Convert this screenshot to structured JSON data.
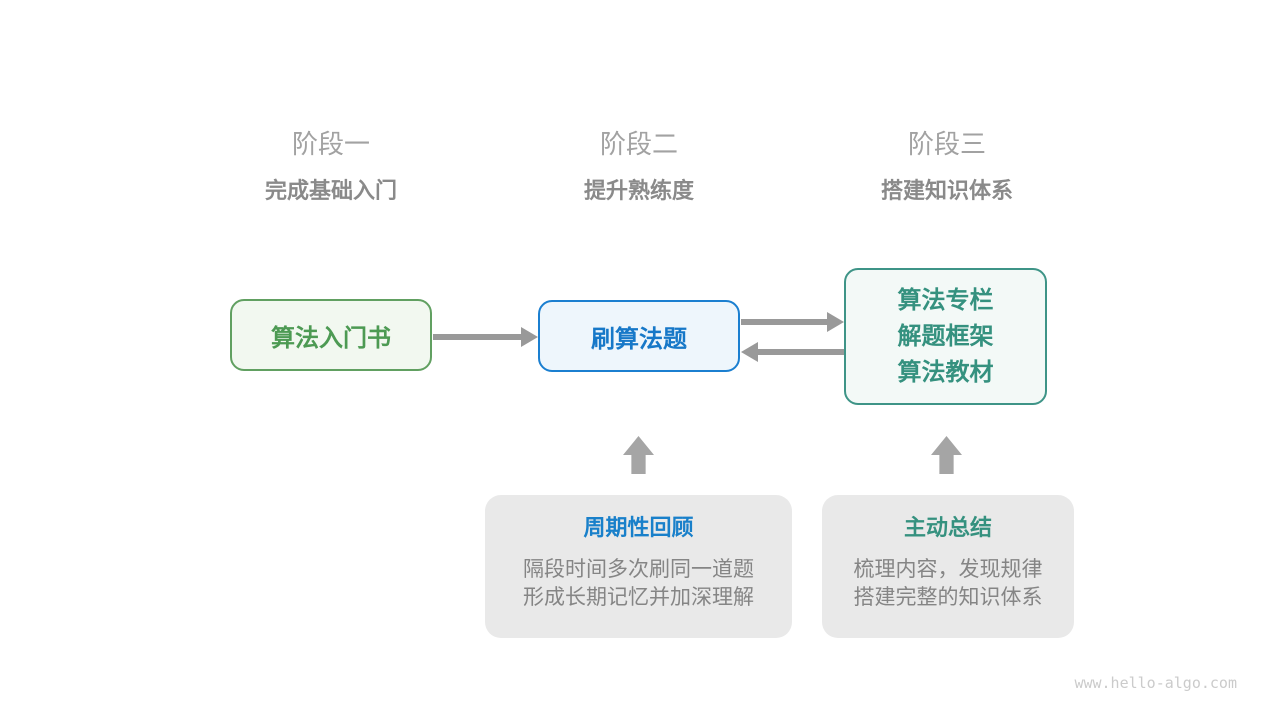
{
  "stages": [
    {
      "label": "阶段一",
      "subtitle": "完成基础入门"
    },
    {
      "label": "阶段二",
      "subtitle": "提升熟练度"
    },
    {
      "label": "阶段三",
      "subtitle": "搭建知识体系"
    }
  ],
  "nodes": {
    "intro_book": {
      "label": "算法入门书"
    },
    "practice": {
      "label": "刷算法题"
    },
    "resources": {
      "lines": [
        "算法专栏",
        "解题框架",
        "算法教材"
      ]
    }
  },
  "notes": [
    {
      "title": "周期性回顾",
      "body_line1": "隔段时间多次刷同一道题",
      "body_line2": "形成长期记忆并加深理解",
      "accent": "#1980ca"
    },
    {
      "title": "主动总结",
      "body_line1": "梳理内容，发现规律",
      "body_line2": "搭建完整的知识体系",
      "accent": "#35917f"
    }
  ],
  "watermark": "www.hello-algo.com",
  "colors": {
    "stage_label": "#a2a2a2",
    "stage_subtitle": "#8a8a8a",
    "node_green_border": "#61a061",
    "node_green_bg": "#f2f8f0",
    "node_green_text": "#4d9a53",
    "node_blue_border": "#1b7fd0",
    "node_blue_bg": "#eef6fc",
    "node_blue_text": "#1778c8",
    "node_teal_border": "#3e9487",
    "node_teal_bg": "#f3f9f7",
    "node_teal_text": "#35917f",
    "arrow_gray": "#999999",
    "block_arrow_gray": "#a5a5a5",
    "note_bg": "#e9e9e9",
    "note_body_text": "#858585",
    "watermark_text": "#cbcbcb"
  }
}
